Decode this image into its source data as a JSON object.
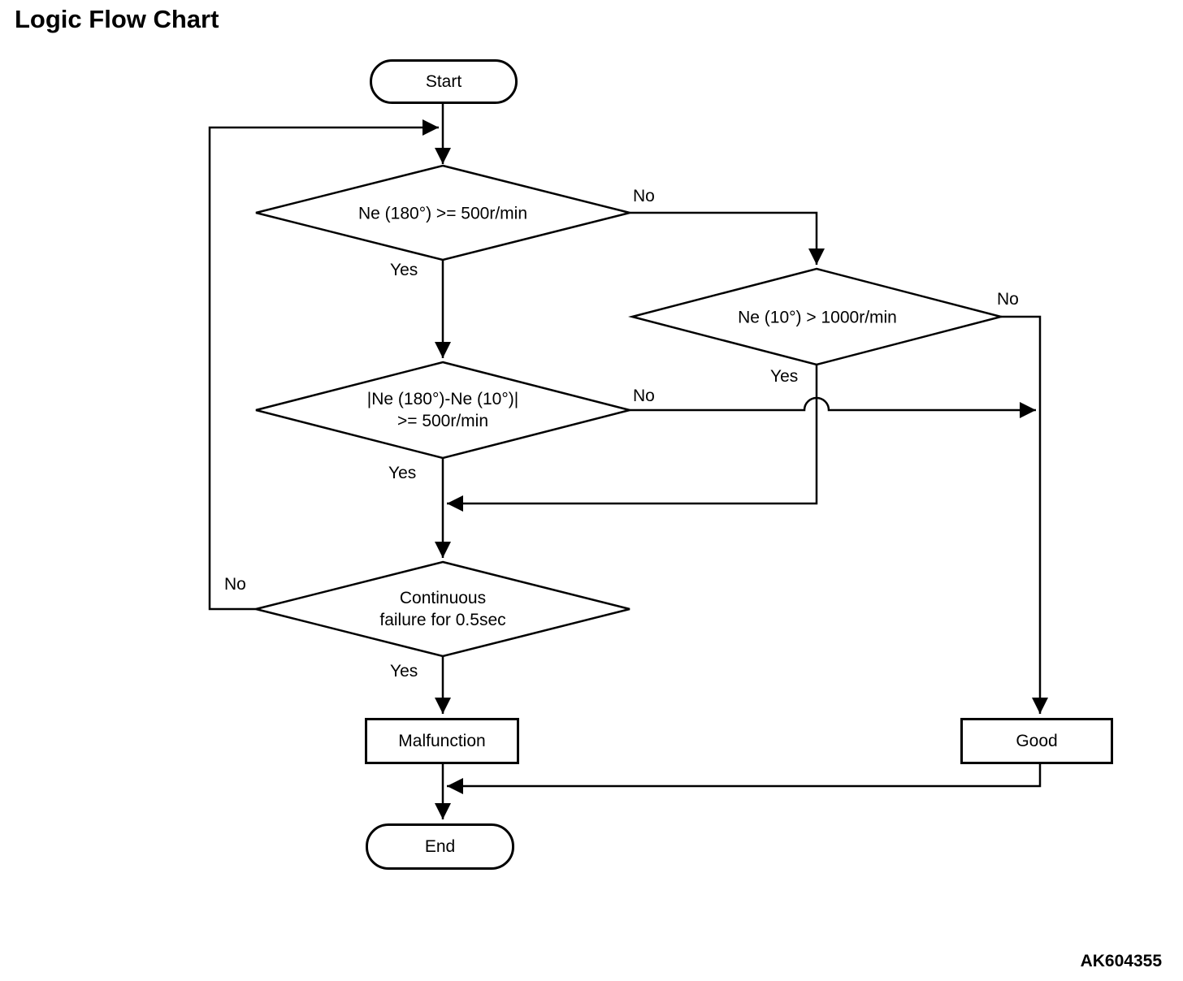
{
  "title": "Logic Flow Chart",
  "figure_code": "AK604355",
  "flowchart": {
    "nodes": {
      "start": {
        "type": "terminator",
        "label": "Start"
      },
      "d1": {
        "type": "decision",
        "label": "Ne (180°) >= 500r/min"
      },
      "d2": {
        "type": "decision",
        "label": "Ne (10°) > 1000r/min"
      },
      "d3": {
        "type": "decision",
        "line1": "|Ne (180°)-Ne (10°)|",
        "line2": ">= 500r/min"
      },
      "d4": {
        "type": "decision",
        "line1": "Continuous",
        "line2": "failure for 0.5sec"
      },
      "malfunction": {
        "type": "process",
        "label": "Malfunction"
      },
      "good": {
        "type": "process",
        "label": "Good"
      },
      "end": {
        "type": "terminator",
        "label": "End"
      }
    },
    "labels": {
      "d1_yes": "Yes",
      "d1_no": "No",
      "d2_yes": "Yes",
      "d2_no": "No",
      "d3_yes": "Yes",
      "d3_no": "No",
      "d4_yes": "Yes",
      "d4_no": "No"
    },
    "edges": [
      {
        "from": "start",
        "to": "d1",
        "label": ""
      },
      {
        "from": "d1",
        "to": "d3",
        "label": "Yes"
      },
      {
        "from": "d1",
        "to": "d2",
        "label": "No"
      },
      {
        "from": "d2",
        "to": "d4",
        "label": "Yes"
      },
      {
        "from": "d2",
        "to": "good",
        "label": "No"
      },
      {
        "from": "d3",
        "to": "d4",
        "label": "Yes"
      },
      {
        "from": "d3",
        "to": "good",
        "label": "No"
      },
      {
        "from": "d4",
        "to": "malfunction",
        "label": "Yes"
      },
      {
        "from": "d4",
        "to": "d1",
        "label": "No"
      },
      {
        "from": "malfunction",
        "to": "end",
        "label": ""
      },
      {
        "from": "good",
        "to": "end",
        "label": ""
      }
    ],
    "colors": {
      "line": "#000000",
      "background": "#ffffff"
    }
  }
}
